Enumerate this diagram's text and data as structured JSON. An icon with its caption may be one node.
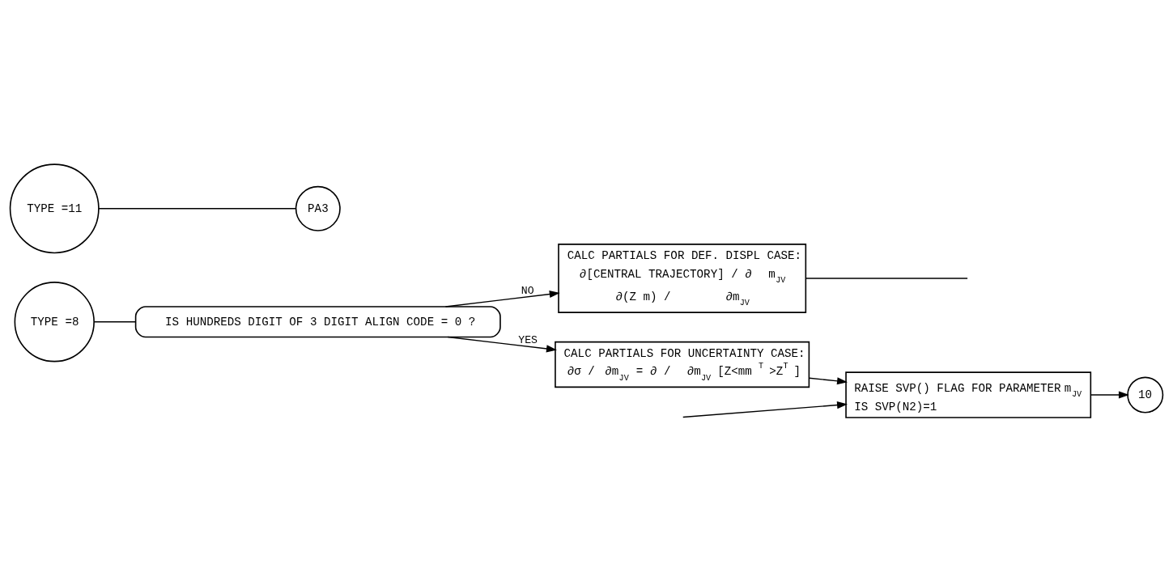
{
  "diagram": {
    "nodes": [
      {
        "text": [
          "TYPE =8"
        ]
      },
      {
        "text": [
          "IS HUNDREDS DIGIT OF 3 DIGIT ALIGN CODE = 0 ?"
        ]
      },
      {
        "text": [
          "CALC PARTIALS FOR DEF. DISPL CASE:",
          "∂[CENTRAL TRAJECTORY] / ∂ m$_{JV}$",
          "∂(Z m) / ∂m$_{JV}$"
        ]
      },
      {
        "text": [
          "CALC PARTIALS FOR UNCERTAINTY CASE:",
          "∂σ / ∂m$_{JV}$ = ∂ / ∂m$_{JV}$ [Z<mm$^{T}$>Z$^{T}$]"
        ]
      },
      {
        "text": [
          "RAISE SVP() FLAG FOR PARAMETER m$_{JV}$",
          "IS SVP(N2)=1"
        ]
      },
      {
        "text": [
          "10"
        ]
      },
      {
        "text": [
          "TYPE =11"
        ]
      },
      {
        "text": [
          "PA3"
        ]
      }
    ],
    "edges": [
      {
        "from": 0,
        "to": 1,
        "arrow": "none"
      },
      {
        "from": 1,
        "to": 2,
        "arrow": "to",
        "label": "NO"
      },
      {
        "from": 1,
        "to": 3,
        "arrow": "to",
        "label": "YES"
      },
      {
        "from": 2,
        "to": null,
        "arrow": "none"
      },
      {
        "from": 3,
        "to": 4,
        "arrow": "to"
      },
      {
        "from": null,
        "to": 4,
        "arrow": "to"
      },
      {
        "from": 4,
        "to": 5,
        "arrow": "to"
      },
      {
        "from": 6,
        "to": 7,
        "arrow": "none"
      }
    ]
  }
}
